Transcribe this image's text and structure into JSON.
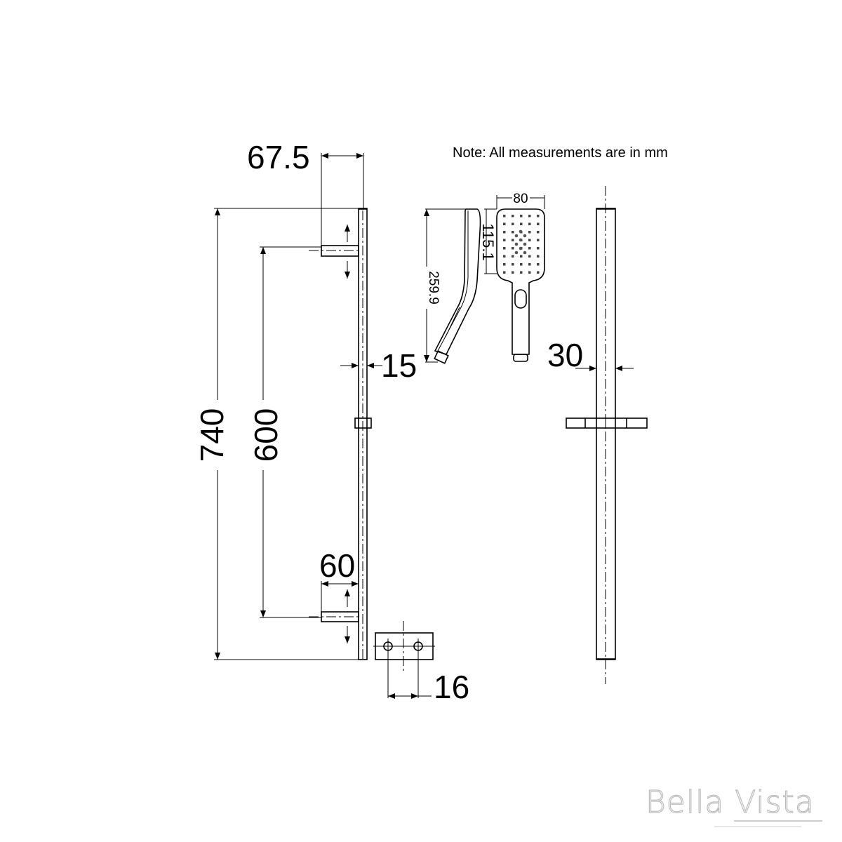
{
  "note": "Note: All measurements are in mm",
  "dimensions": {
    "bracket_offset": "67.5",
    "overall_length": "740",
    "bracket_spacing": "600",
    "rail_width_side": "15",
    "bracket_height": "60",
    "hole_spacing": "16",
    "rail_diameter": "30",
    "head_width": "80",
    "head_length": "115.1",
    "handset_length": "259.9"
  },
  "logo": {
    "text": "Bella Vista",
    "color": "#bdbdbd"
  }
}
